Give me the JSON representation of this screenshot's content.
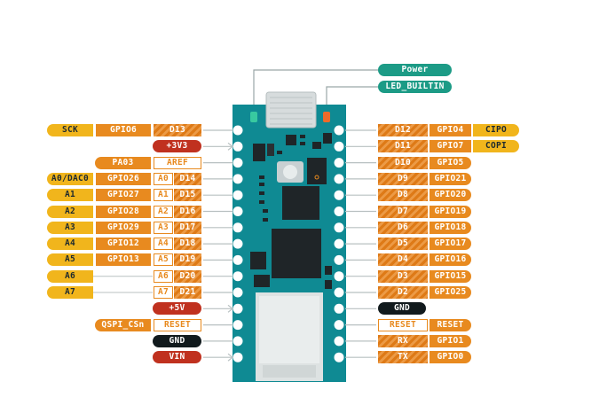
{
  "colors": {
    "board": "#0f8a93",
    "yellow": "#f1b51c",
    "orange": "#e88a1f",
    "red": "#c0311f",
    "black": "#111a1d",
    "teal": "#1c9b86"
  },
  "top_labels": [
    {
      "text": "Power",
      "color": "teal"
    },
    {
      "text": "LED_BUILTIN",
      "color": "teal"
    }
  ],
  "left_rows": [
    {
      "yi": 0,
      "cells": [
        {
          "text": "SCK",
          "style": "yellow"
        },
        {
          "text": "GPIO6",
          "style": "orange"
        },
        {
          "text": "D13",
          "style": "stripe"
        }
      ],
      "conn": "line"
    },
    {
      "yi": 1,
      "cells": [
        {
          "text": "+3V3",
          "style": "red"
        }
      ],
      "conn": "arrow"
    },
    {
      "yi": 2,
      "cells": [
        {
          "text": "PA03",
          "style": "orange"
        },
        {
          "text": "AREF",
          "style": "orange-out"
        }
      ],
      "conn": "line"
    },
    {
      "yi": 3,
      "cells": [
        {
          "text": "A0/DAC0",
          "style": "yellow"
        },
        {
          "text": "GPIO26",
          "style": "orange"
        },
        {
          "text": "A0",
          "style": "orange-out"
        },
        {
          "text": "D14",
          "style": "stripe"
        }
      ],
      "conn": "line"
    },
    {
      "yi": 4,
      "cells": [
        {
          "text": "A1",
          "style": "yellow"
        },
        {
          "text": "GPIO27",
          "style": "orange"
        },
        {
          "text": "A1",
          "style": "orange-out"
        },
        {
          "text": "D15",
          "style": "stripe"
        }
      ],
      "conn": "line"
    },
    {
      "yi": 5,
      "cells": [
        {
          "text": "A2",
          "style": "yellow"
        },
        {
          "text": "GPIO28",
          "style": "orange"
        },
        {
          "text": "A2",
          "style": "orange-out"
        },
        {
          "text": "D16",
          "style": "stripe"
        }
      ],
      "conn": "line"
    },
    {
      "yi": 6,
      "cells": [
        {
          "text": "A3",
          "style": "yellow"
        },
        {
          "text": "GPIO29",
          "style": "orange"
        },
        {
          "text": "A3",
          "style": "orange-out"
        },
        {
          "text": "D17",
          "style": "stripe"
        }
      ],
      "conn": "line"
    },
    {
      "yi": 7,
      "cells": [
        {
          "text": "A4",
          "style": "yellow"
        },
        {
          "text": "GPIO12",
          "style": "orange"
        },
        {
          "text": "A4",
          "style": "orange-out"
        },
        {
          "text": "D18",
          "style": "stripe"
        }
      ],
      "conn": "line"
    },
    {
      "yi": 8,
      "cells": [
        {
          "text": "A5",
          "style": "yellow"
        },
        {
          "text": "GPIO13",
          "style": "orange"
        },
        {
          "text": "A5",
          "style": "orange-out"
        },
        {
          "text": "D19",
          "style": "stripe"
        }
      ],
      "conn": "line"
    },
    {
      "yi": 9,
      "cells": [
        {
          "text": "A6",
          "style": "yellow"
        },
        {
          "text": "A6",
          "style": "orange-out"
        },
        {
          "text": "D20",
          "style": "stripe"
        }
      ],
      "conn": "line"
    },
    {
      "yi": 10,
      "cells": [
        {
          "text": "A7",
          "style": "yellow"
        },
        {
          "text": "A7",
          "style": "orange-out"
        },
        {
          "text": "D21",
          "style": "stripe"
        }
      ],
      "conn": "line"
    },
    {
      "yi": 11,
      "cells": [
        {
          "text": "+5V",
          "style": "red"
        }
      ],
      "conn": "arrow"
    },
    {
      "yi": 12,
      "cells": [
        {
          "text": "QSPI_CSn",
          "style": "orange"
        },
        {
          "text": "RESET",
          "style": "orange-out"
        }
      ],
      "conn": "line"
    },
    {
      "yi": 13,
      "cells": [
        {
          "text": "GND",
          "style": "black"
        }
      ],
      "conn": "line"
    },
    {
      "yi": 14,
      "cells": [
        {
          "text": "VIN",
          "style": "red"
        }
      ],
      "conn": "arrow"
    }
  ],
  "right_rows": [
    {
      "yi": 0,
      "cells": [
        {
          "text": "D12",
          "style": "stripe"
        },
        {
          "text": "GPIO4",
          "style": "orange"
        },
        {
          "text": "CIPO",
          "style": "yellow"
        }
      ],
      "conn": "line"
    },
    {
      "yi": 1,
      "cells": [
        {
          "text": "D11",
          "style": "stripe"
        },
        {
          "text": "GPIO7",
          "style": "orange"
        },
        {
          "text": "COPI",
          "style": "yellow"
        }
      ],
      "conn": "line"
    },
    {
      "yi": 2,
      "cells": [
        {
          "text": "D10",
          "style": "stripe"
        },
        {
          "text": "GPIO5",
          "style": "orange"
        }
      ],
      "conn": "line"
    },
    {
      "yi": 3,
      "cells": [
        {
          "text": "D9",
          "style": "stripe"
        },
        {
          "text": "GPIO21",
          "style": "orange"
        }
      ],
      "conn": "line"
    },
    {
      "yi": 4,
      "cells": [
        {
          "text": "D8",
          "style": "stripe"
        },
        {
          "text": "GPIO20",
          "style": "orange"
        }
      ],
      "conn": "line"
    },
    {
      "yi": 5,
      "cells": [
        {
          "text": "D7",
          "style": "stripe"
        },
        {
          "text": "GPIO19",
          "style": "orange"
        }
      ],
      "conn": "line"
    },
    {
      "yi": 6,
      "cells": [
        {
          "text": "D6",
          "style": "stripe"
        },
        {
          "text": "GPIO18",
          "style": "orange"
        }
      ],
      "conn": "line"
    },
    {
      "yi": 7,
      "cells": [
        {
          "text": "D5",
          "style": "stripe"
        },
        {
          "text": "GPIO17",
          "style": "orange"
        }
      ],
      "conn": "line"
    },
    {
      "yi": 8,
      "cells": [
        {
          "text": "D4",
          "style": "stripe"
        },
        {
          "text": "GPIO16",
          "style": "orange"
        }
      ],
      "conn": "line"
    },
    {
      "yi": 9,
      "cells": [
        {
          "text": "D3",
          "style": "stripe"
        },
        {
          "text": "GPIO15",
          "style": "orange"
        }
      ],
      "conn": "line"
    },
    {
      "yi": 10,
      "cells": [
        {
          "text": "D2",
          "style": "stripe"
        },
        {
          "text": "GPIO25",
          "style": "orange"
        }
      ],
      "conn": "line"
    },
    {
      "yi": 11,
      "cells": [
        {
          "text": "GND",
          "style": "black"
        }
      ],
      "conn": "line"
    },
    {
      "yi": 12,
      "cells": [
        {
          "text": "RESET",
          "style": "orange-out"
        },
        {
          "text": "RESET",
          "style": "orange"
        }
      ],
      "conn": "line"
    },
    {
      "yi": 13,
      "cells": [
        {
          "text": "RX",
          "style": "stripe"
        },
        {
          "text": "GPIO1",
          "style": "orange"
        }
      ],
      "conn": "line"
    },
    {
      "yi": 14,
      "cells": [
        {
          "text": "TX",
          "style": "stripe"
        },
        {
          "text": "GPIO0",
          "style": "orange"
        }
      ],
      "conn": "line"
    }
  ]
}
